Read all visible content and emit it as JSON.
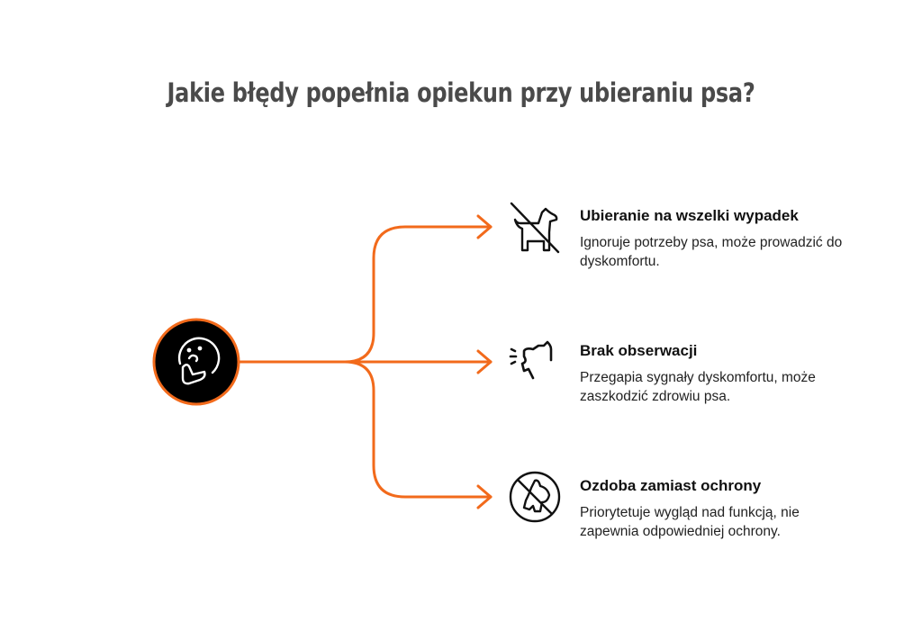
{
  "title": "Jakie błędy popełnia opiekun przy ubieraniu psa?",
  "colors": {
    "accent": "#f26a1b",
    "hub_fill": "#000000",
    "title_text": "#4a4a4a",
    "body_text": "#111111",
    "background": "#ffffff"
  },
  "hub": {
    "icon": "thinking-face-icon"
  },
  "branches": [
    {
      "icon": "no-dog-icon",
      "heading": "Ubieranie na wszelki wypadek",
      "description": "Ignoruje potrzeby psa, może prowadzić do dyskomfortu."
    },
    {
      "icon": "barking-dog-icon",
      "heading": "Brak obserwacji",
      "description": "Przegapia sygnały dyskomfortu, może zaszkodzić zdrowiu psa."
    },
    {
      "icon": "no-dog-clothing-icon",
      "heading": "Ozdoba zamiast ochrony",
      "description": "Priorytetuje wygląd nad funkcją, nie zapewnia odpowiedniej ochrony."
    }
  ]
}
